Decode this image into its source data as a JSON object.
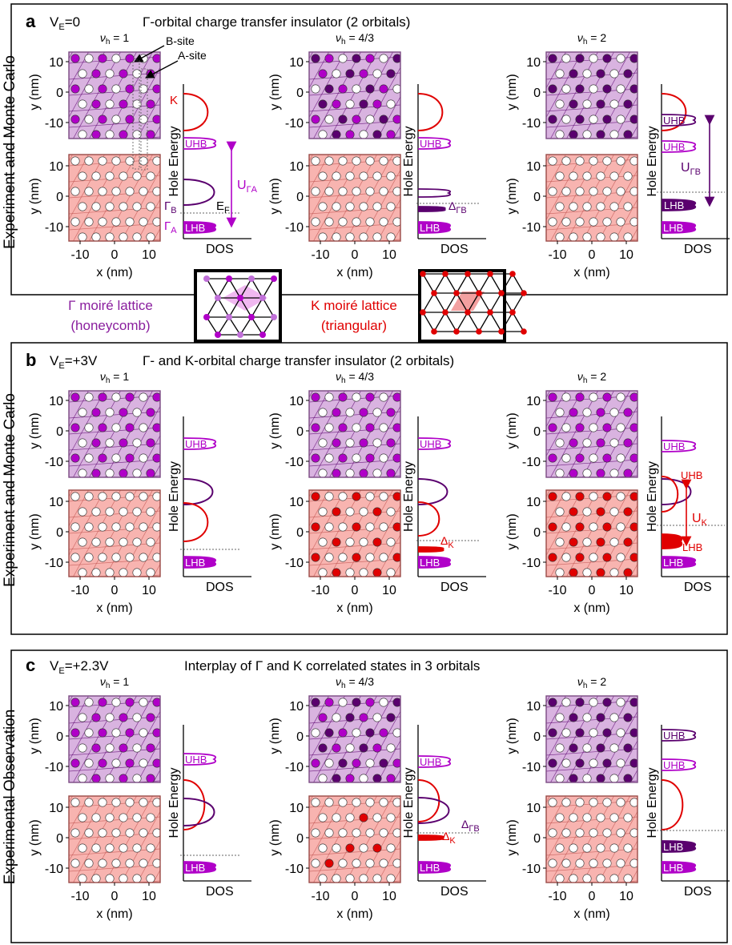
{
  "colors": {
    "gamma_panel": "#D9B3E0",
    "gamma_border": "#7A4A82",
    "k_panel": "#F8B4B0",
    "k_border": "#9A4A48",
    "purple_light": "#B000C8",
    "purple_dark": "#5A006E",
    "red": "#E00000",
    "ef_line": "#333333"
  },
  "labels": {
    "a_letter": "a",
    "a_ve": "V",
    "a_ve_sub": "E",
    "a_ve_val": "=0",
    "a_title": "Γ-orbital charge transfer insulator (2 orbitals)",
    "b_letter": "b",
    "b_ve": "V",
    "b_ve_sub": "E",
    "b_ve_val": "=+3V",
    "b_title": "Γ- and K-orbital charge transfer insulator (2 orbitals)",
    "c_letter": "c",
    "c_ve": "V",
    "c_ve_sub": "E",
    "c_ve_val": "=+2.3V",
    "c_title": "Interplay of Γ and K correlated states in 3 orbitals",
    "side_ab": "Experiment and  Monte Carlo",
    "side_c": "Experimental Observation",
    "nu": "ν",
    "nu_sub": "h",
    "nu_vals": [
      "= 1",
      "= 4/3",
      "= 2"
    ],
    "xaxis": "x (nm)",
    "yaxis": "y (nm)",
    "dos": "DOS",
    "hole_energy": "Hole Energy",
    "b_site": "B-site",
    "a_site": "A-site",
    "gamma_lattice_1": "Γ moiré lattice",
    "gamma_lattice_2": "(honeycomb)",
    "k_lattice_1": "K moiré lattice",
    "k_lattice_2": "(triangular)",
    "K": "K",
    "UHB": "UHB",
    "LHB": "LHB",
    "E_F": "E",
    "E_F_sub": "F",
    "Gamma_A": "Γ",
    "Gamma_A_sub": "A",
    "Gamma_B": "Γ",
    "Gamma_B_sub": "B",
    "U": "U",
    "U_sub_GA": "ΓA",
    "U_sub_GB": "ΓB",
    "U_sub_K": "K",
    "Delta": "Δ",
    "Delta_sub_GB": "ΓB",
    "Delta_sub_K": "K"
  },
  "ticks": {
    "x": [
      "-10",
      "0",
      "10"
    ],
    "y": [
      "10",
      "0",
      "-10"
    ]
  }
}
